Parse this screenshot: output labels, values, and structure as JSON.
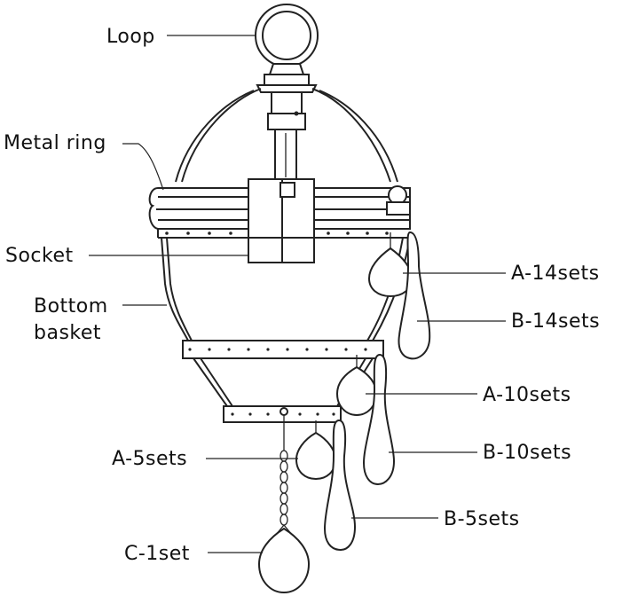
{
  "diagram": {
    "labels": {
      "loop": "Loop",
      "metal_ring": "Metal ring",
      "socket": "Socket",
      "bottom_basket_line1": "Bottom",
      "bottom_basket_line2": "basket",
      "a14": "A-14sets",
      "b14": "B-14sets",
      "a10": "A-10sets",
      "b10": "B-10sets",
      "a5": "A-5sets",
      "b5": "B-5sets",
      "c1": "C-1set"
    },
    "colors": {
      "line": "#222222",
      "background": "#ffffff"
    }
  }
}
